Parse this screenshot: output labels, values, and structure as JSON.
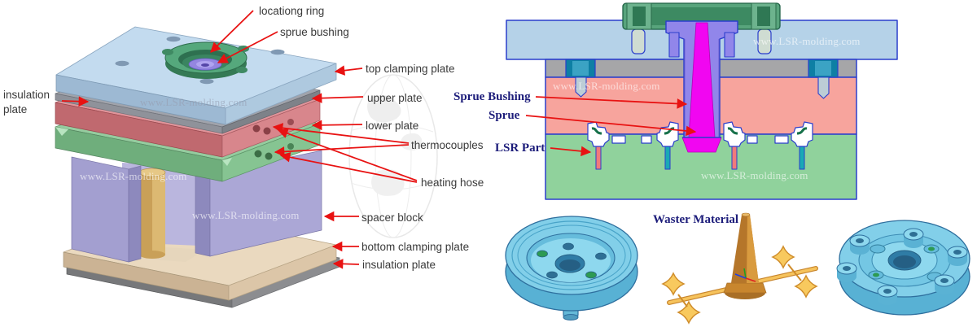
{
  "watermark_text": "www.LSR-molding.com",
  "left_diagram_labels": {
    "locating_ring": "locationg ring",
    "sprue_bushing": "sprue bushing",
    "insulation_plate_top": "insulation plate",
    "top_clamping_plate": "top clamping plate",
    "upper_plate": "upper plate",
    "lower_plate": "lower plate",
    "thermocouples": "thermocouples",
    "heating_hose": "heating hose",
    "spacer_block": "spacer block",
    "bottom_clamping_plate": "bottom clamping plate",
    "insulation_plate_bottom": "insulation plate"
  },
  "cross_section_labels": {
    "sprue_bushing": "Sprue Bushing",
    "sprue": "Sprue",
    "lsr_part": "LSR Part"
  },
  "waste_part_label": "Waster Material",
  "colors": {
    "callout_arrow_red": "#e81212",
    "left_label_text": "#3a3a3a",
    "section_label_navy": "#1c1c7a",
    "top_plate_blue": "#b5d2e8",
    "upper_plate_salmon": "#f7a49d",
    "lower_plate_green": "#90d29c",
    "spacer_purple": "#a8a4d2",
    "sprue_bushing_purple": "#9186ea",
    "sprue_magenta": "#f106f1",
    "locating_ring_green": "#58a47c",
    "insulation_gray": "#a6a6a8",
    "bottom_plate_beige": "#e0cdaf",
    "part_cyan": "#82cfe9",
    "waste_orange": "#f6c35c"
  }
}
